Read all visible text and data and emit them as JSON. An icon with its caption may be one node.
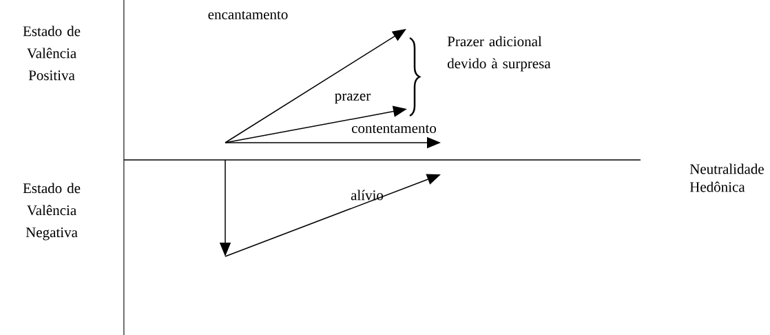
{
  "diagram": {
    "labels": [
      "Estado de Valência Positiva",
      "encantamento",
      "Prazer adicional devido à surpresa",
      "prazer",
      "contentamento",
      "Neutralidade",
      "Hedônica",
      "Estado de Valência Negativa",
      "alívio"
    ]
  }
}
